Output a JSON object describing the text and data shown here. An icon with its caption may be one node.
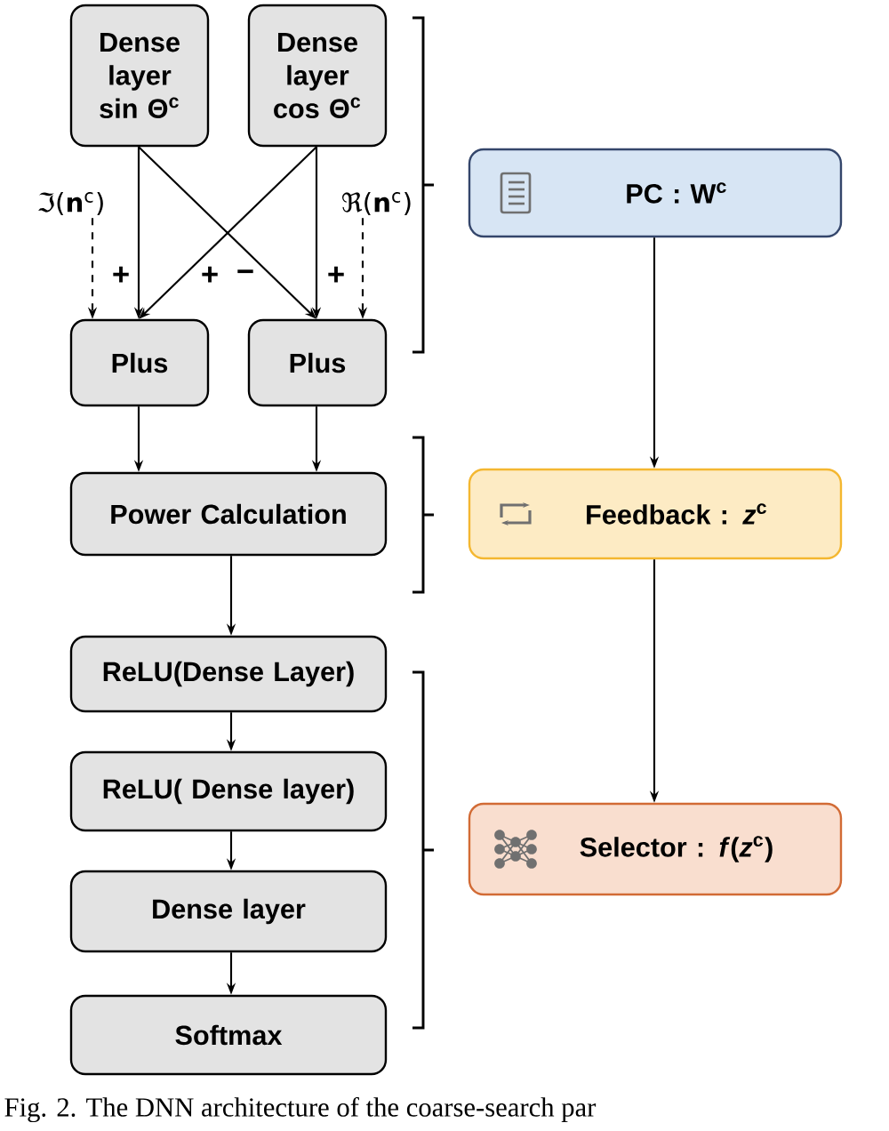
{
  "diagram": {
    "caption": "Fig. 2. The DNN architecture of the coarse-search par",
    "nodes": [
      {
        "text": [
          "Dense layer sin Θ$^{c}$"
        ]
      },
      {
        "text": [
          "Dense layer cos Θ$^{c}$"
        ]
      },
      {
        "text": [
          "Plus"
        ]
      },
      {
        "text": [
          "Plus"
        ]
      },
      {
        "text": [
          "Power Calculation"
        ]
      },
      {
        "text": [
          "ReLU(Dense Layer)"
        ]
      },
      {
        "text": [
          "ReLU( Dense layer)"
        ]
      },
      {
        "text": [
          "Dense layer"
        ]
      },
      {
        "text": [
          "Softmax"
        ]
      },
      {
        "text": [
          "PC : W$^{c}$"
        ]
      },
      {
        "text": [
          "Feedback : *z*$^{c}$"
        ]
      },
      {
        "text": [
          "Selector : *f*(*z*$^{c}$)"
        ]
      },
      {
        "text": [
          "ℑ(**n**$^{c}$)"
        ]
      },
      {
        "text": [
          "ℜ(**n**$^{c}$)"
        ]
      }
    ],
    "edges": [
      {
        "from": 0,
        "to": 2,
        "arrow": "to",
        "label": "+"
      },
      {
        "from": 1,
        "to": 2,
        "arrow": "to",
        "label": "+"
      },
      {
        "from": 0,
        "to": 3,
        "arrow": "to",
        "label": "−"
      },
      {
        "from": 1,
        "to": 3,
        "arrow": "to",
        "label": "+"
      },
      {
        "from": 12,
        "to": 2,
        "arrow": "to",
        "style": "dashed"
      },
      {
        "from": 13,
        "to": 3,
        "arrow": "to",
        "style": "dashed"
      },
      {
        "from": 2,
        "to": 4,
        "arrow": "to"
      },
      {
        "from": 3,
        "to": 4,
        "arrow": "to"
      },
      {
        "from": 4,
        "to": 5,
        "arrow": "to"
      },
      {
        "from": 5,
        "to": 6,
        "arrow": "to"
      },
      {
        "from": 6,
        "to": 7,
        "arrow": "to"
      },
      {
        "from": 7,
        "to": 8,
        "arrow": "to"
      },
      {
        "from": 9,
        "to": 10,
        "arrow": "to"
      },
      {
        "from": 10,
        "to": 11,
        "arrow": "to"
      }
    ]
  }
}
